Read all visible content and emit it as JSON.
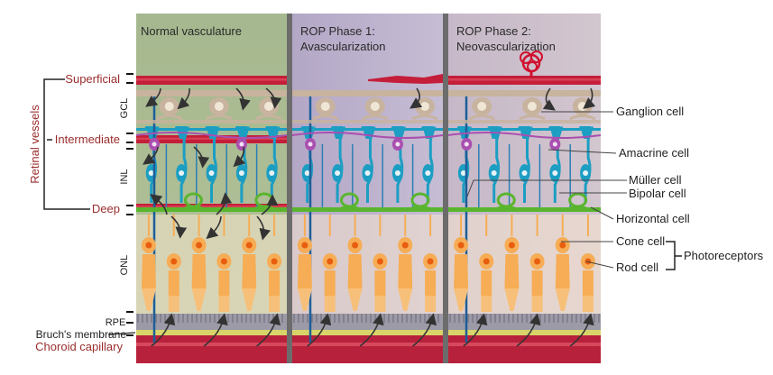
{
  "panels": [
    {
      "title_line1": "Normal vasculature",
      "title_line2": ""
    },
    {
      "title_line1": "ROP Phase 1:",
      "title_line2": "Avascularization"
    },
    {
      "title_line1": "ROP Phase 2:",
      "title_line2": "Neovascularization"
    }
  ],
  "left_labels": {
    "group": "Retinal vessels",
    "superficial": "Superficial",
    "intermediate": "Intermediate",
    "deep": "Deep",
    "bruchs": "Bruch's membrane",
    "choroid": "Choroid capillary"
  },
  "layers": {
    "gcl": "GCL",
    "inl": "INL",
    "onl": "ONL",
    "rpe": "RPE"
  },
  "right_labels": {
    "ganglion": "Ganglion cell",
    "amacrine": "Amacrine cell",
    "muller": "Müller cell",
    "bipolar": "Bipolar cell",
    "horizontal": "Horizontal cell",
    "cone": "Cone cell",
    "rod": "Rod cell",
    "photoreceptors": "Photoreceptors"
  },
  "colors": {
    "vessel": "#c41e3a",
    "muller": "#1c9ec3",
    "amacrine": "#a94fb0",
    "horizontal": "#5ab52e",
    "photoreceptor": "#f6ad55",
    "nucleus": "#e85d0f",
    "ganglion": "#c8b39e",
    "label_red": "#9b2d2d"
  }
}
